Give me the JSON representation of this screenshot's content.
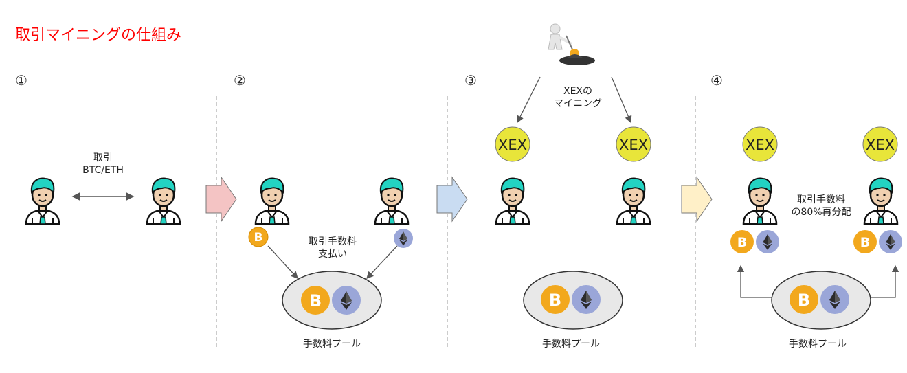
{
  "title": "取引マイニングの仕組み",
  "steps": [
    "①",
    "②",
    "③",
    "④"
  ],
  "panel1": {
    "trade_line1": "取引",
    "trade_line2": "BTC/ETH"
  },
  "panel2": {
    "fee_line1": "取引手数料",
    "fee_line2": "支払い",
    "pool_label": "手数料プール"
  },
  "panel3": {
    "mining_line1": "XEXの",
    "mining_line2": "マイニング",
    "pool_label": "手数料プール"
  },
  "panel4": {
    "redist_line1": "取引手数料",
    "redist_line2": "の80%再分配",
    "pool_label": "手数料プール"
  },
  "coins": {
    "xex": "XEX",
    "btc_symbol": "B"
  },
  "colors": {
    "title": "#ff0000",
    "hair": "#23d3c2",
    "skin": "#f0d0b0",
    "btc": "#f2a81d",
    "eth_bg": "#9aa6d8",
    "xex": "#e8e53a",
    "pool": "#e8e8e8",
    "arrow1": "#f4c4c4",
    "arrow2": "#c9dcf2",
    "arrow3": "#fff0c8"
  }
}
